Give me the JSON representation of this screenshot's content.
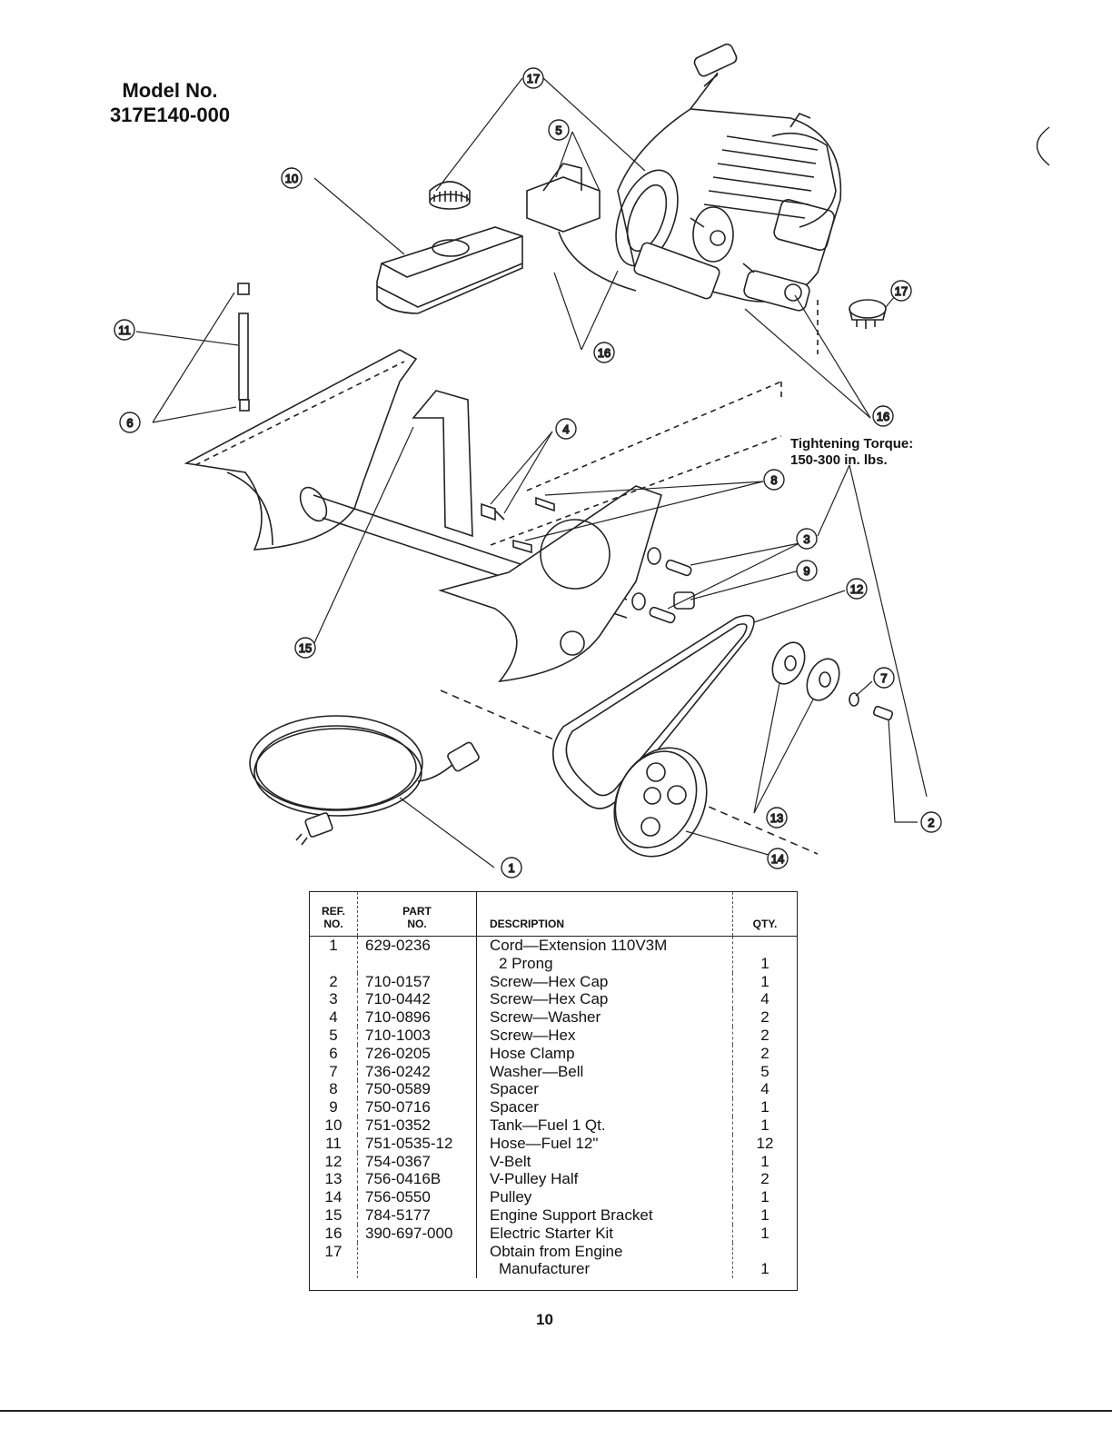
{
  "header": {
    "model_label": "Model No.",
    "model_number": "317E140-000"
  },
  "torque_note": {
    "title": "Tightening Torque:",
    "value": "150-300 in. lbs."
  },
  "callouts": [
    "1",
    "2",
    "3",
    "4",
    "5",
    "6",
    "7",
    "8",
    "9",
    "10",
    "11",
    "12",
    "13",
    "14",
    "15",
    "16",
    "17"
  ],
  "parts_table": {
    "headers": {
      "ref": "REF. NO.",
      "ref_top": "REF.",
      "ref_bottom": "NO.",
      "part_top": "PART",
      "part_bottom": "NO.",
      "description": "DESCRIPTION",
      "qty": "QTY."
    },
    "rows": [
      {
        "ref": "1",
        "part": "629-0236",
        "desc": "Cord—Extension 110V3M",
        "desc2": "2 Prong",
        "qty": "1"
      },
      {
        "ref": "2",
        "part": "710-0157",
        "desc": "Screw—Hex Cap",
        "qty": "1"
      },
      {
        "ref": "3",
        "part": "710-0442",
        "desc": "Screw—Hex Cap",
        "qty": "4"
      },
      {
        "ref": "4",
        "part": "710-0896",
        "desc": "Screw—Washer",
        "qty": "2"
      },
      {
        "ref": "5",
        "part": "710-1003",
        "desc": "Screw—Hex",
        "qty": "2"
      },
      {
        "ref": "6",
        "part": "726-0205",
        "desc": "Hose Clamp",
        "qty": "2"
      },
      {
        "ref": "7",
        "part": "736-0242",
        "desc": "Washer—Bell",
        "qty": "5"
      },
      {
        "ref": "8",
        "part": "750-0589",
        "desc": "Spacer",
        "qty": "4"
      },
      {
        "ref": "9",
        "part": "750-0716",
        "desc": "Spacer",
        "qty": "1"
      },
      {
        "ref": "10",
        "part": "751-0352",
        "desc": "Tank—Fuel 1 Qt.",
        "qty": "1"
      },
      {
        "ref": "11",
        "part": "751-0535-12",
        "desc": "Hose—Fuel 12\"",
        "qty": "12"
      },
      {
        "ref": "12",
        "part": "754-0367",
        "desc": "V-Belt",
        "qty": "1"
      },
      {
        "ref": "13",
        "part": "756-0416B",
        "desc": "V-Pulley Half",
        "qty": "2"
      },
      {
        "ref": "14",
        "part": "756-0550",
        "desc": "Pulley",
        "qty": "1"
      },
      {
        "ref": "15",
        "part": "784-5177",
        "desc": "Engine Support Bracket",
        "qty": "1"
      },
      {
        "ref": "16",
        "part": "390-697-000",
        "desc": "Electric Starter Kit",
        "qty": "1"
      },
      {
        "ref": "17",
        "part": "",
        "desc": "Obtain from Engine",
        "desc2": "Manufacturer",
        "qty": "1"
      }
    ]
  },
  "page_number": "10"
}
